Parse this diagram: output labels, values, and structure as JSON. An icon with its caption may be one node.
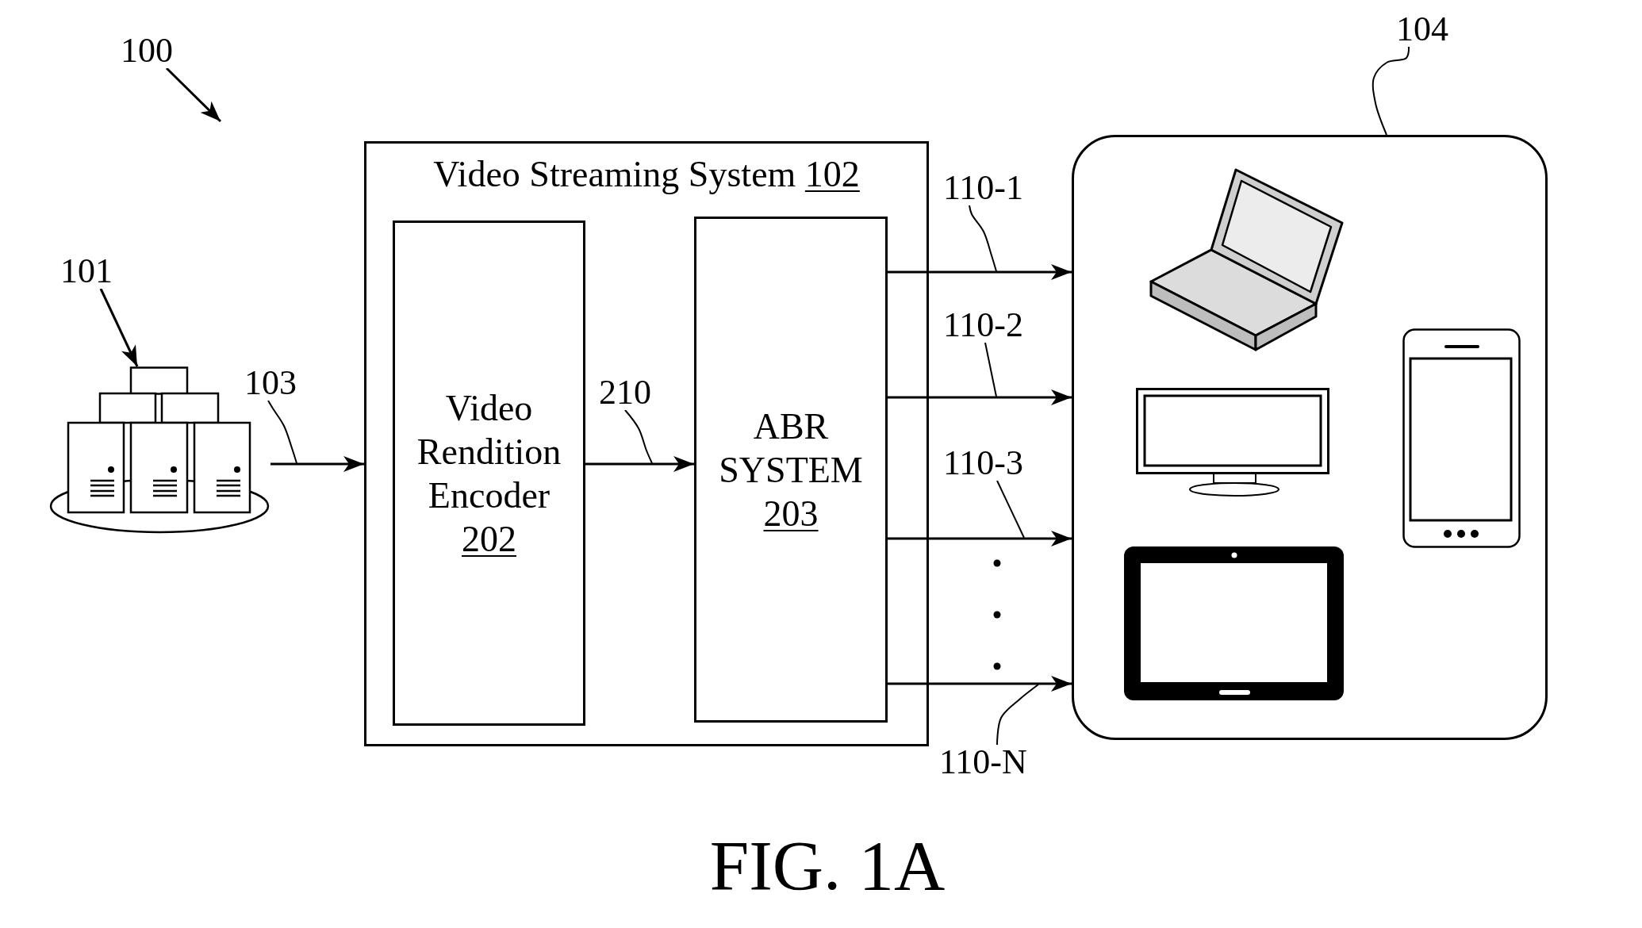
{
  "diagram": {
    "caption": "FIG. 1A",
    "nodes": [
      {
        "text": [
          "100"
        ]
      },
      {
        "text": [
          "101"
        ]
      },
      {
        "text": [],
        "shape": "picture"
      },
      {
        "text": [
          "103"
        ]
      },
      {
        "text": [
          "Video Streaming System",
          "102"
        ]
      },
      {
        "text": [
          "Video Rendition Encoder",
          "202"
        ],
        "in": 4
      },
      {
        "text": [
          "ABR SYSTEM",
          "203"
        ],
        "in": 4
      },
      {
        "text": [
          "210"
        ],
        "in": 4
      },
      {
        "text": [
          "110-1"
        ]
      },
      {
        "text": [
          "110-2"
        ]
      },
      {
        "text": [
          "110-3"
        ]
      },
      {
        "text": [
          "110-N"
        ]
      },
      {
        "text": [
          "104"
        ]
      },
      {
        "text": [],
        "shape": "box"
      }
    ],
    "edges": [
      {
        "from": 0,
        "to": null,
        "arrow": "to"
      },
      {
        "from": 1,
        "to": 2,
        "arrow": "to"
      },
      {
        "from": 2,
        "to": 4,
        "arrow": "to"
      },
      {
        "from": 3,
        "to": null,
        "arrow": "none"
      },
      {
        "from": 5,
        "to": 6,
        "arrow": "to"
      },
      {
        "from": 7,
        "to": null,
        "arrow": "none"
      },
      {
        "from": 6,
        "to": 13,
        "arrow": "to"
      },
      {
        "from": 6,
        "to": 13,
        "arrow": "to"
      },
      {
        "from": 6,
        "to": 13,
        "arrow": "to"
      },
      {
        "from": 6,
        "to": 13,
        "arrow": "to"
      },
      {
        "from": 8,
        "to": null,
        "arrow": "none"
      },
      {
        "from": 9,
        "to": null,
        "arrow": "none"
      },
      {
        "from": 10,
        "to": null,
        "arrow": "none"
      },
      {
        "from": 11,
        "to": null,
        "arrow": "none"
      },
      {
        "from": 12,
        "to": 13,
        "arrow": "none"
      }
    ]
  }
}
